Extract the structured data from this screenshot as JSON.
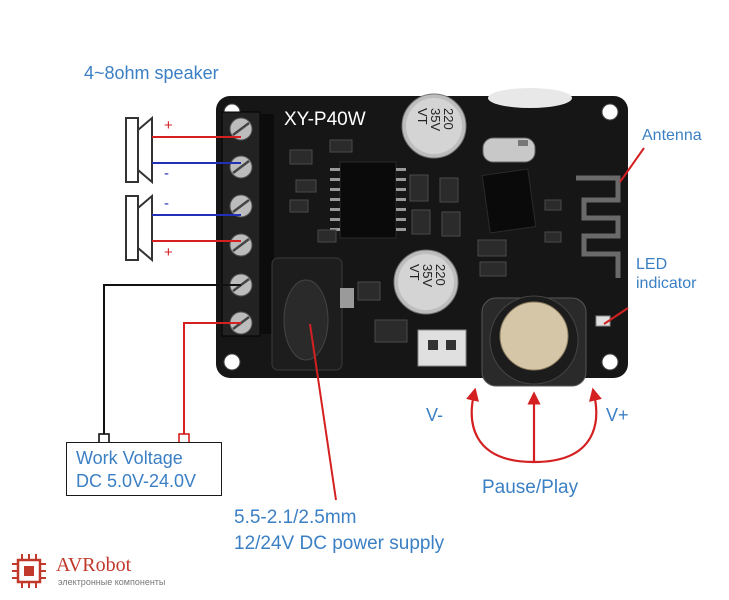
{
  "speaker_label": "4~8ohm speaker",
  "board_model": "XY-P40W",
  "capacitor_text": [
    "220",
    "35V",
    "VT"
  ],
  "terminal_polarity": [
    "+",
    "-",
    "-",
    "+"
  ],
  "antenna_label": "Antenna",
  "led_label_line1": "LED",
  "led_label_line2": "indicator",
  "vol_down_label": "V-",
  "vol_up_label": "V+",
  "pause_play_label": "Pause/Play",
  "work_voltage_line1": "Work Voltage",
  "work_voltage_line2": "DC 5.0V-24.0V",
  "dc_jack_line1": "5.5-2.1/2.5mm",
  "dc_jack_line2": "12/24V DC power supply",
  "brand_name": "AVRobot",
  "brand_tagline": "электронные компоненты",
  "colors": {
    "text_blue": "#3b7fc4",
    "wire_red": "#d42020",
    "wire_blue": "#2030b8",
    "board": "#141414",
    "brand_red": "#c0392b"
  }
}
